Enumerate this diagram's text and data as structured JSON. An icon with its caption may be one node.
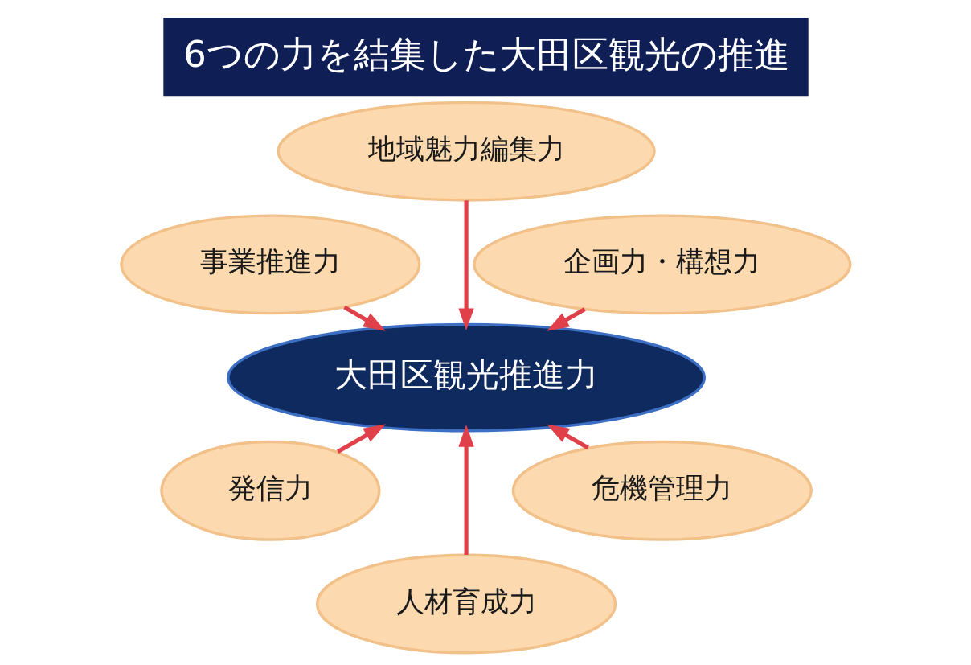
{
  "diagram": {
    "title": "6つの力を結集した大田区観光の推進",
    "nodes": [
      {
        "text": [
          "企画力・構想力"
        ]
      },
      {
        "text": [
          "地域魅力編集力"
        ]
      },
      {
        "text": [
          "事業推進力"
        ]
      },
      {
        "text": [
          "大田区観光推進力"
        ]
      },
      {
        "text": [
          "発信力"
        ]
      },
      {
        "text": [
          "人材育成力"
        ]
      },
      {
        "text": [
          "危機管理力"
        ]
      }
    ],
    "edges": [
      {
        "from": 0,
        "to": 3,
        "arrow": "to"
      },
      {
        "from": 1,
        "to": 3,
        "arrow": "to"
      },
      {
        "from": 2,
        "to": 3,
        "arrow": "to"
      },
      {
        "from": 4,
        "to": 3,
        "arrow": "to"
      },
      {
        "from": 5,
        "to": 3,
        "arrow": "to"
      },
      {
        "from": 6,
        "to": 3,
        "arrow": "to"
      }
    ]
  }
}
